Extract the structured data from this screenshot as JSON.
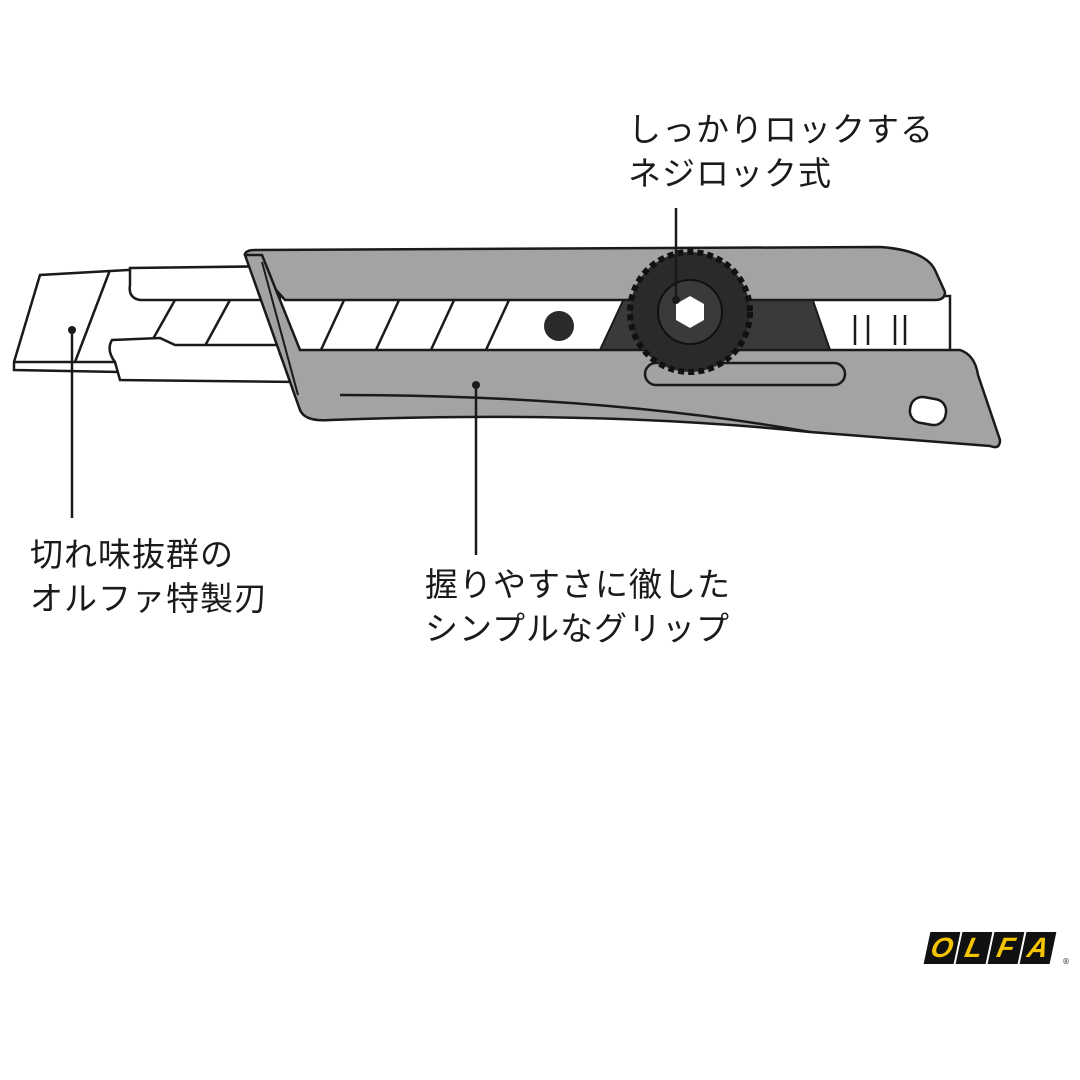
{
  "callouts": {
    "lock": {
      "lines": [
        "しっかりロックする",
        "ネジロック式"
      ]
    },
    "blade": {
      "lines": [
        "切れ味抜群の",
        "オルファ特製刃"
      ]
    },
    "grip": {
      "lines": [
        "握りやすさに徹した",
        "シンプルなグリップ"
      ]
    }
  },
  "logo": {
    "letters": [
      "O",
      "L",
      "F",
      "A"
    ],
    "text": "OLFA",
    "registered": "®",
    "colors": {
      "background": "#111111",
      "letters": "#f5c400"
    }
  },
  "colors": {
    "body": "#a3a3a3",
    "outline": "#1a1a1a",
    "wheel": "#2a2a2a"
  }
}
